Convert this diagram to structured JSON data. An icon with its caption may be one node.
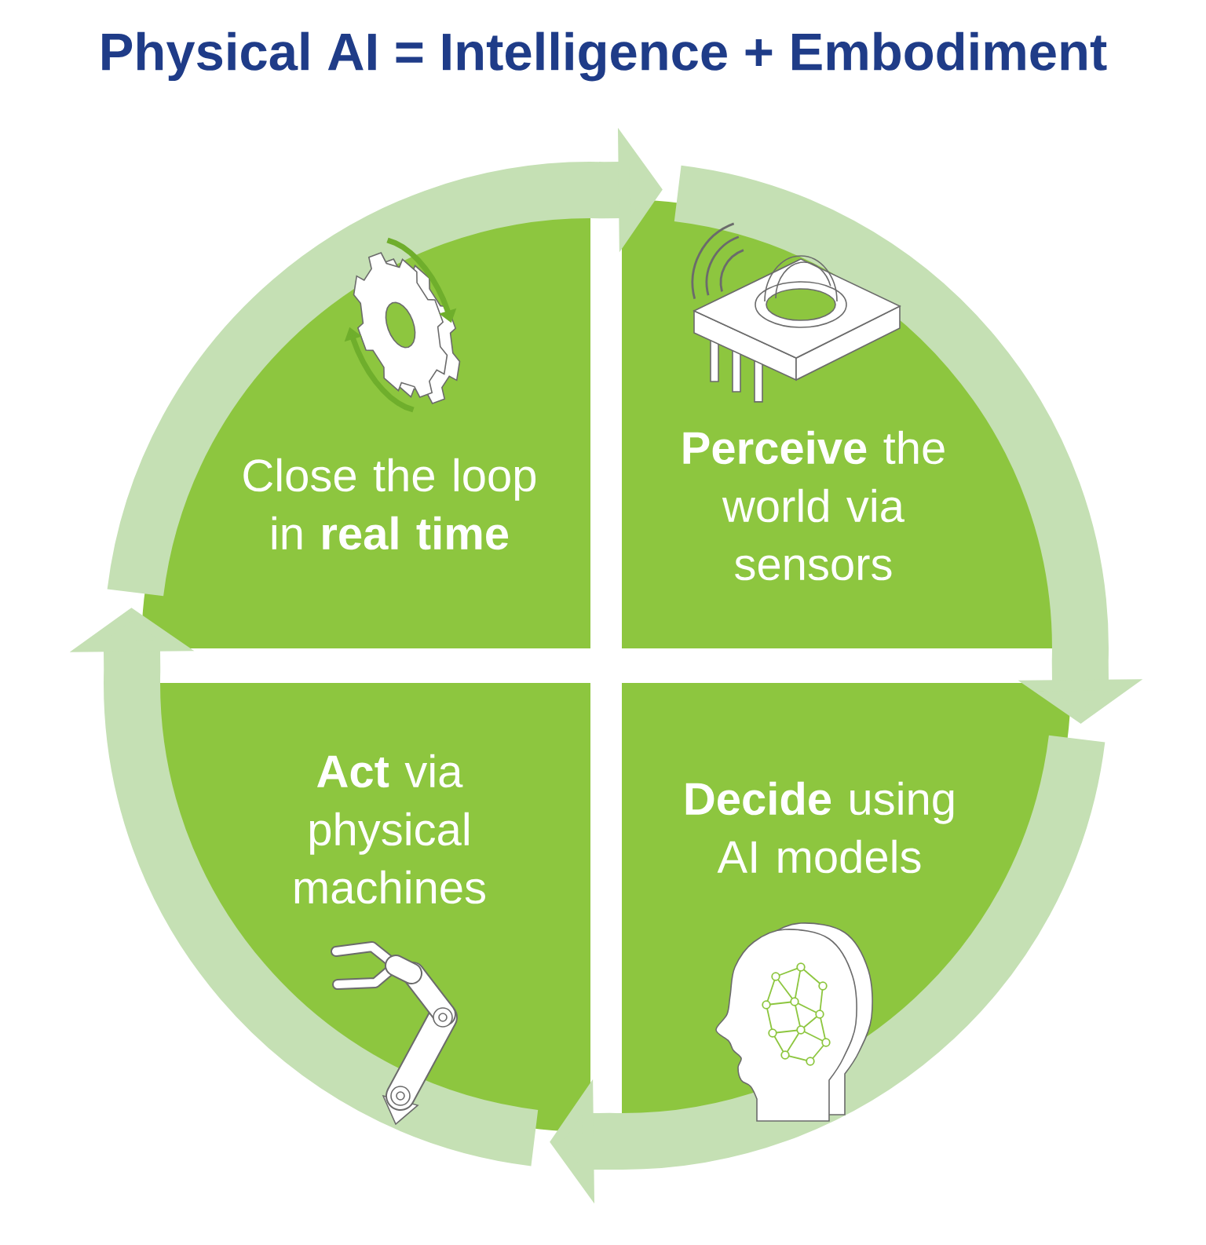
{
  "diagram": {
    "title": "Physical AI = Intelligence + Embodiment",
    "nodes": [
      {
        "text": [
          "Close the loop in **real time**"
        ]
      },
      {
        "text": [
          "**Perceive** the world via sensors"
        ]
      },
      {
        "text": [
          "**Act** via physical machines"
        ]
      },
      {
        "text": [
          "**Decide** using AI models"
        ]
      }
    ],
    "edges": [
      {
        "from": 0,
        "to": 1,
        "arrow": "to"
      },
      {
        "from": 1,
        "to": 3,
        "arrow": "to"
      },
      {
        "from": 3,
        "to": 2,
        "arrow": "to"
      },
      {
        "from": 2,
        "to": 0,
        "arrow": "to"
      }
    ]
  }
}
